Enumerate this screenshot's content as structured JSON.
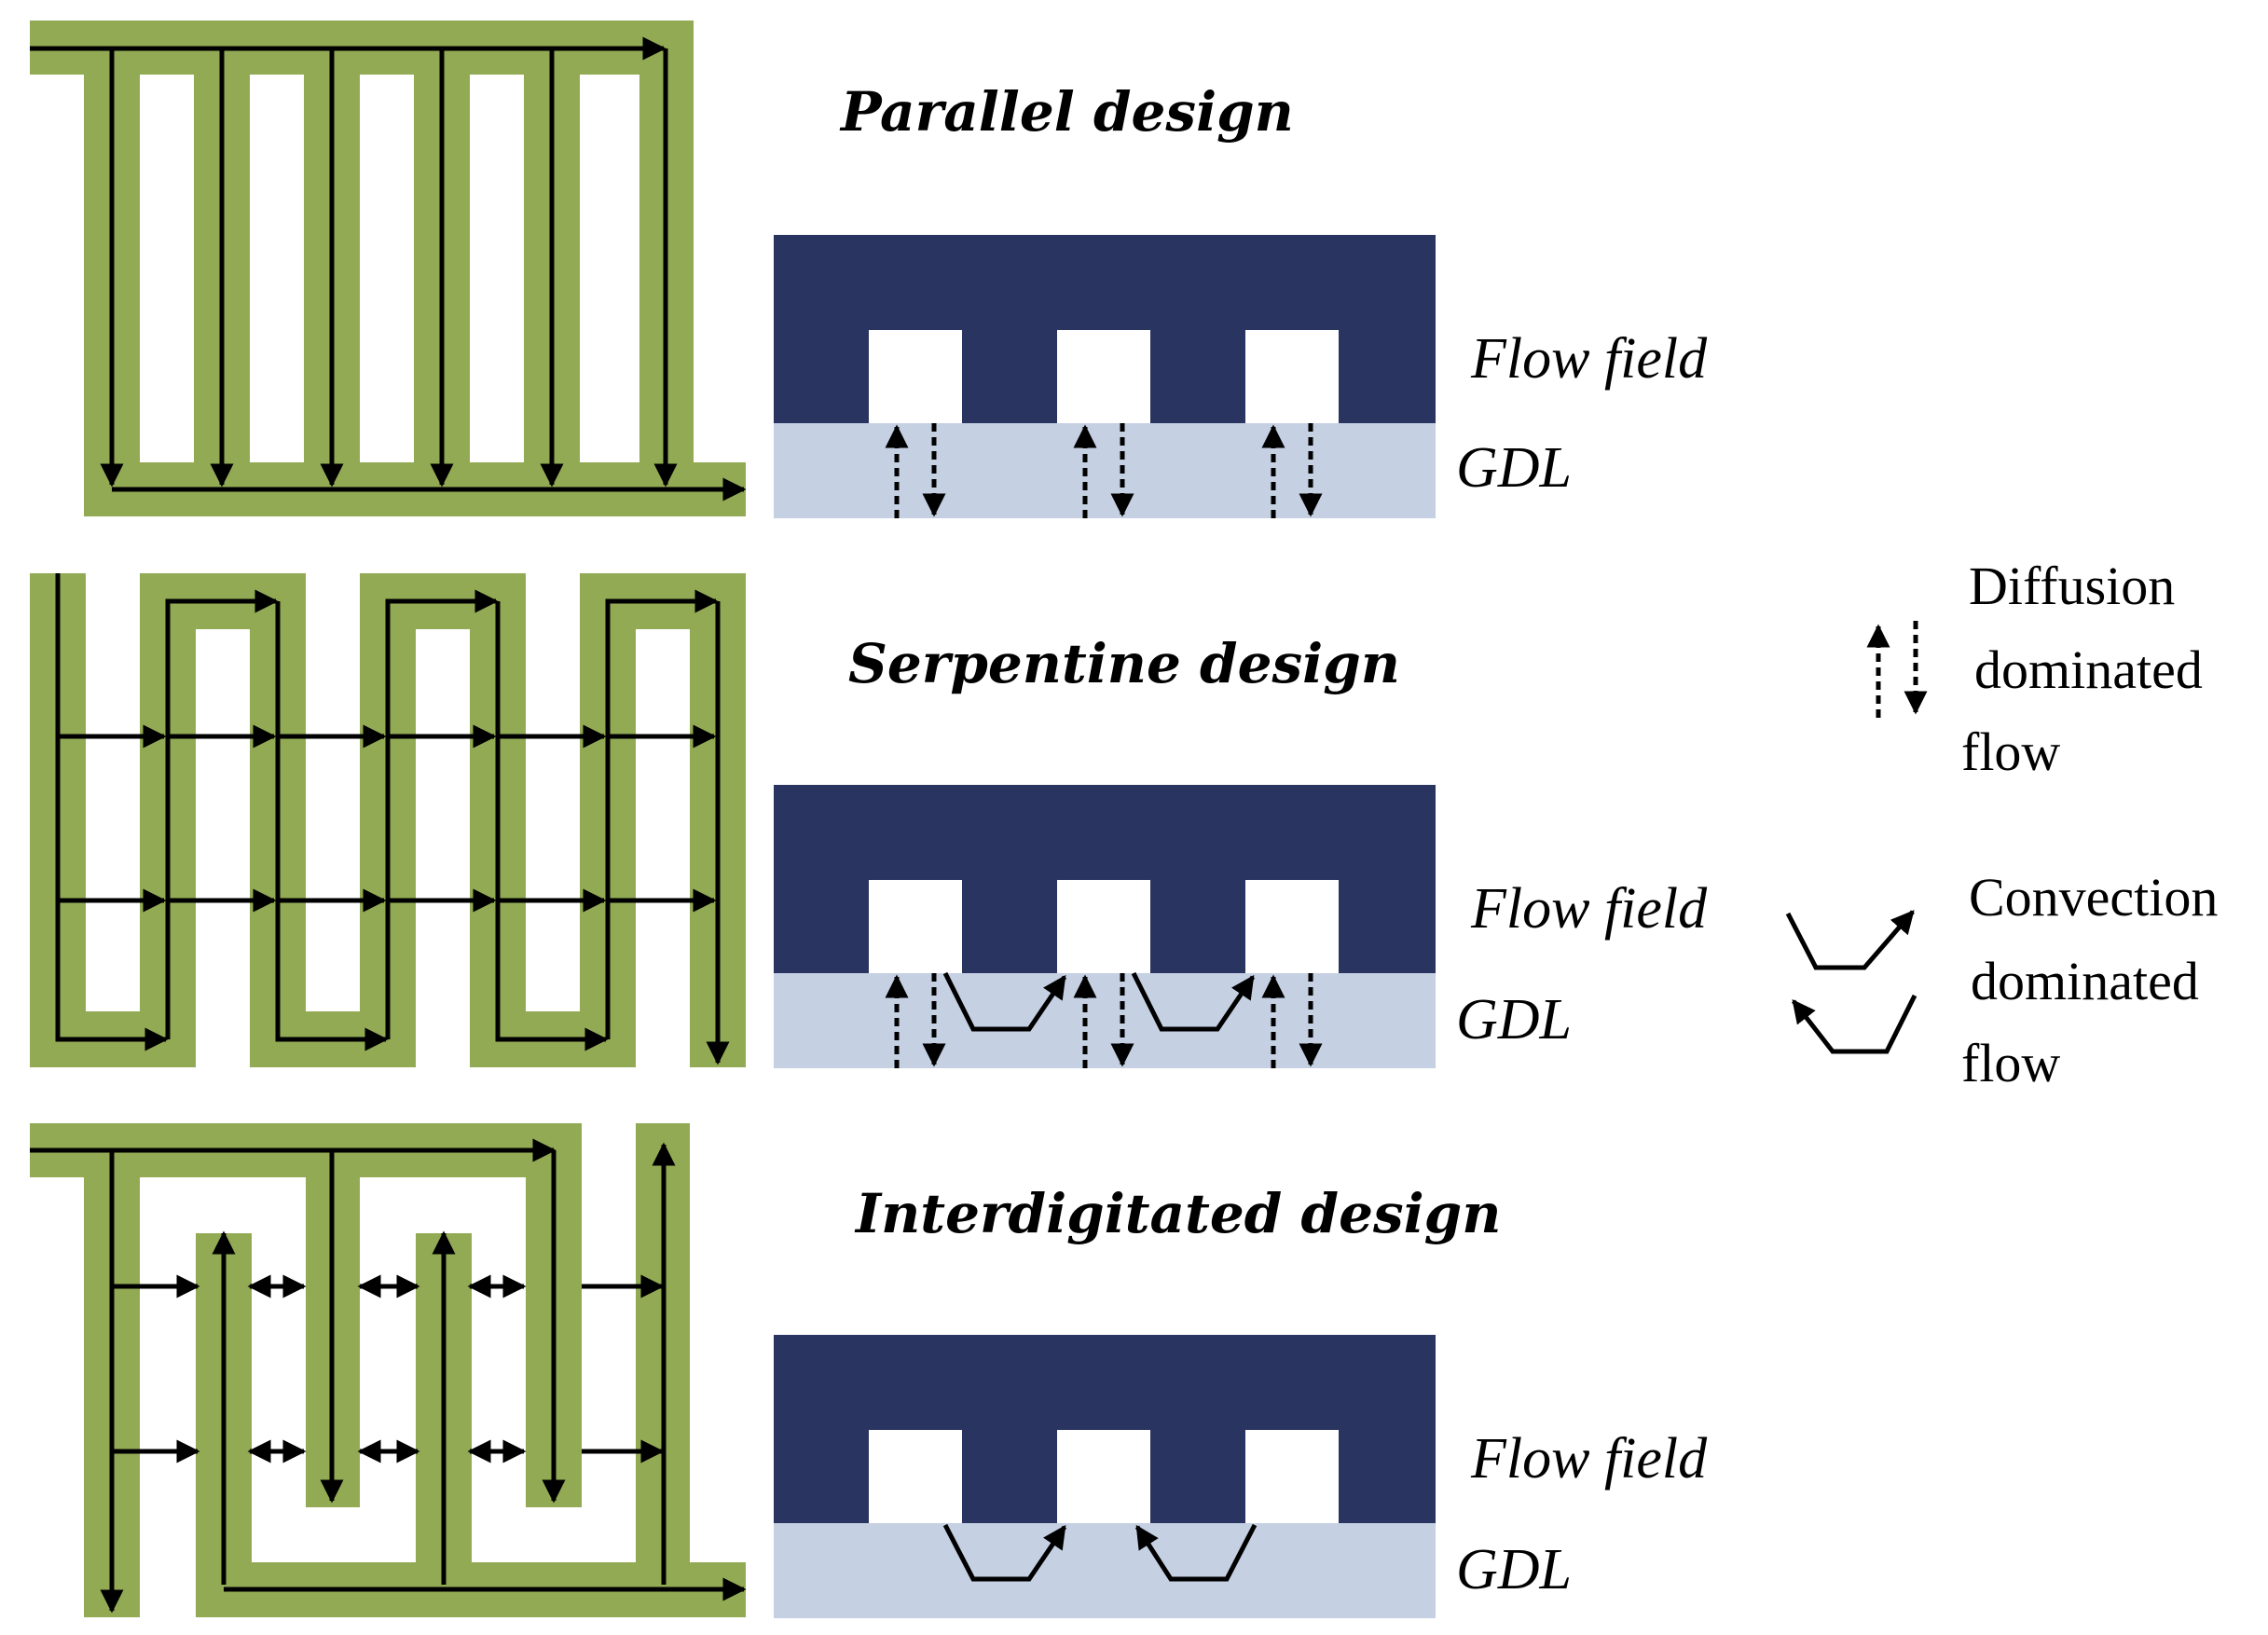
{
  "colors": {
    "channel": "#92aa54",
    "flow_field": "#2a3461",
    "gdl": "#c5d0e3",
    "arrow": "#000000",
    "background": "#ffffff"
  },
  "designs": [
    {
      "title": "Parallel design",
      "flow_field_label": "Flow field",
      "gdl_label": "GDL",
      "transport": "diffusion"
    },
    {
      "title": "Serpentine design",
      "flow_field_label": "Flow field",
      "gdl_label": "GDL",
      "transport": "diffusion+convection"
    },
    {
      "title": "Interdigitated design",
      "flow_field_label": "Flow field",
      "gdl_label": "GDL",
      "transport": "convection"
    }
  ],
  "legend": {
    "diffusion": [
      "Diffusion",
      "dominated",
      "flow"
    ],
    "convection": [
      "Convection",
      "dominated",
      "flow"
    ]
  }
}
